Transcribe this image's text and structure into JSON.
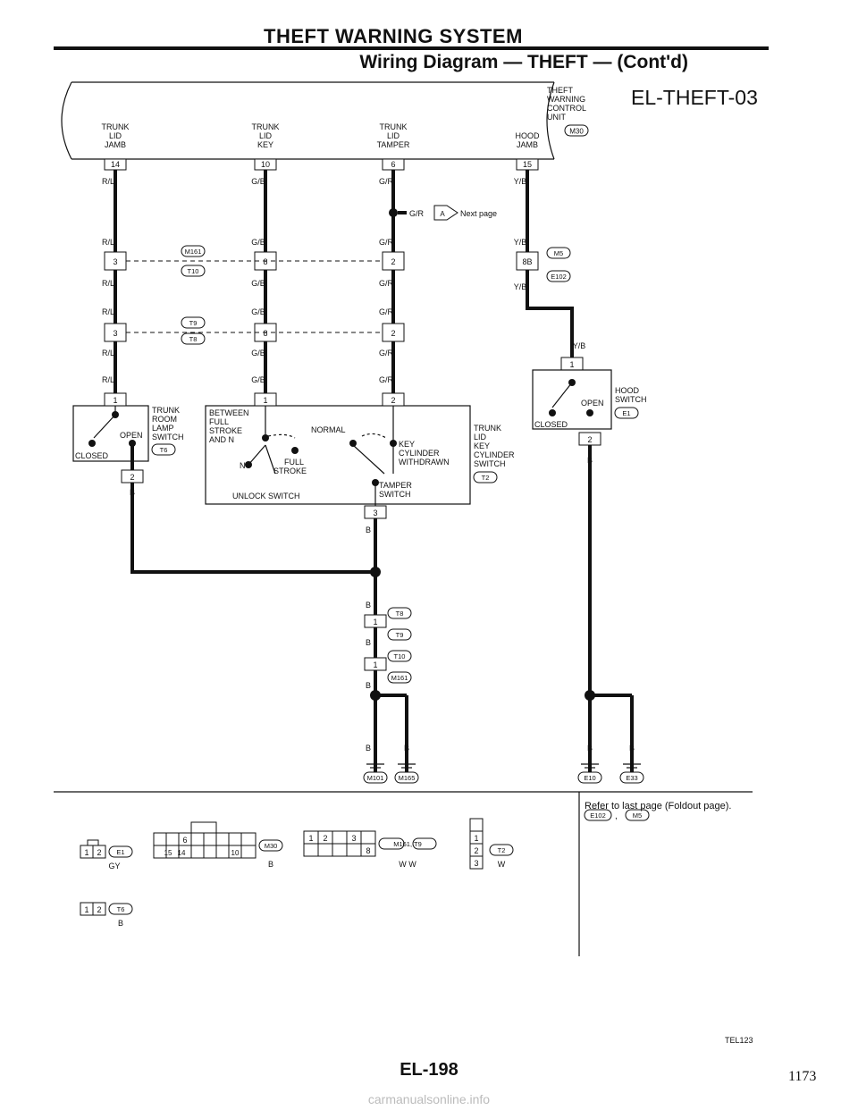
{
  "header": {
    "title": "THEFT WARNING SYSTEM",
    "subtitle": "Wiring Diagram — THEFT — (Cont'd)",
    "code": "EL-THEFT-03"
  },
  "footer": {
    "page": "EL-198",
    "sheet": "1173",
    "ref": "TEL123",
    "refer_note": "Refer to last page (Foldout page).",
    "refer_connectors": [
      "E102",
      "M5"
    ],
    "watermark": "carmanualsonline.info"
  },
  "control_unit": {
    "name": [
      "THEFT",
      "WARNING",
      "CONTROL",
      "UNIT"
    ],
    "connector": "M30",
    "pins": [
      {
        "label": [
          "TRUNK",
          "LID",
          "JAMB"
        ],
        "pin": "14"
      },
      {
        "label": [
          "TRUNK",
          "LID",
          "KEY"
        ],
        "pin": "10"
      },
      {
        "label": [
          "TRUNK",
          "LID",
          "TAMPER"
        ],
        "pin": "6"
      },
      {
        "label": [
          "HOOD",
          "JAMB"
        ],
        "pin": "15"
      }
    ]
  },
  "wires": {
    "rl": "R/L",
    "gb": "G/B",
    "gr": "G/R",
    "yb": "Y/B",
    "b": "B"
  },
  "next_page": {
    "wire": "G/R",
    "tag": "A",
    "label": "Next page"
  },
  "connectors": {
    "m161": "M161",
    "t10": "T10",
    "t9": "T9",
    "t8": "T8",
    "m5": "M5",
    "e102": "E102",
    "e1": "E1",
    "t6": "T6",
    "t2": "T2",
    "m101": "M101",
    "m165": "M165",
    "e10": "E10",
    "e33": "E33",
    "pins": {
      "p1": "1",
      "p2": "2",
      "p3": "3",
      "p8": "8",
      "p8b": "8B"
    }
  },
  "trunk_room_switch": {
    "name": [
      "TRUNK",
      "ROOM",
      "LAMP",
      "SWITCH"
    ],
    "open": "OPEN",
    "closed": "CLOSED"
  },
  "key_switch": {
    "between": [
      "BETWEEN",
      "FULL",
      "STROKE",
      "AND N"
    ],
    "normal": "NORMAL",
    "n": "N",
    "full_stroke": [
      "FULL",
      "STROKE"
    ],
    "key_cyl": [
      "KEY",
      "CYLINDER",
      "WITHDRAWN"
    ],
    "tamper": [
      "TAMPER",
      "SWITCH"
    ],
    "unlock": "UNLOCK SWITCH",
    "name": [
      "TRUNK",
      "LID",
      "KEY",
      "CYLINDER",
      "SWITCH"
    ]
  },
  "hood_switch": {
    "name": [
      "HOOD",
      "SWITCH"
    ],
    "open": "OPEN",
    "closed": "CLOSED"
  },
  "connector_views": [
    {
      "id": "E1",
      "color": "GY",
      "pins": [
        "1",
        "2"
      ]
    },
    {
      "id": "M30",
      "color": "B",
      "pins": [
        "6",
        "15",
        "14",
        "10"
      ]
    },
    {
      "id": "M161, T9",
      "color": "W  W",
      "pins": [
        "1",
        "2",
        "3",
        "8"
      ]
    },
    {
      "id": "T2",
      "color": "W",
      "pins": [
        "1",
        "2",
        "3"
      ]
    },
    {
      "id": "T6",
      "color": "B",
      "pins": [
        "1",
        "2"
      ]
    }
  ]
}
